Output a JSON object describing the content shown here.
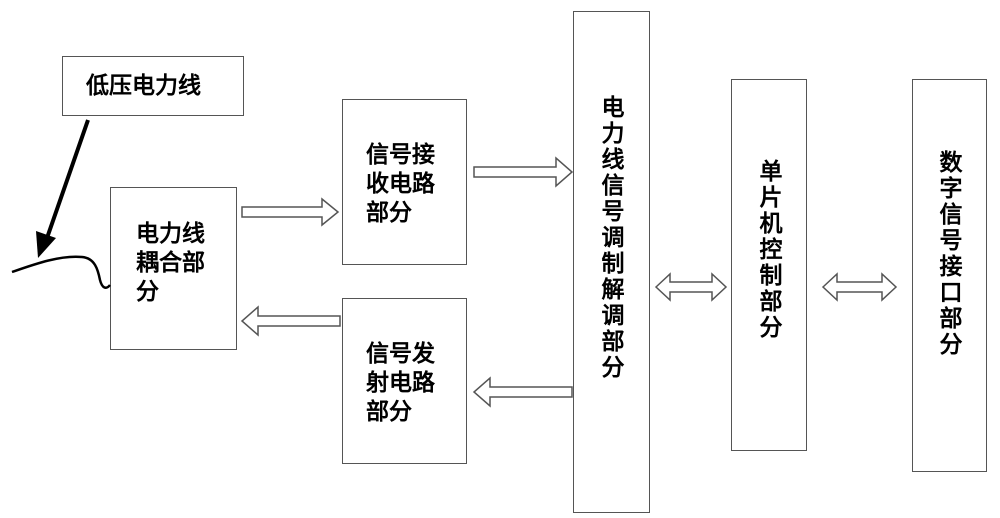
{
  "blocks": {
    "low_voltage_line": "低压电力线",
    "coupling": "电力线\n耦合部\n分",
    "receive": "信号接\n收电路\n部分",
    "transmit": "信号发\n射电路\n部分",
    "modem": "电力线信号调制解调部分",
    "mcu": "单片机控制部分",
    "digital_interface": "数字信号接口部分"
  },
  "colors": {
    "box_border": "#555555",
    "arrow_stroke": "#555555",
    "pointer_arrow": "#000000"
  }
}
